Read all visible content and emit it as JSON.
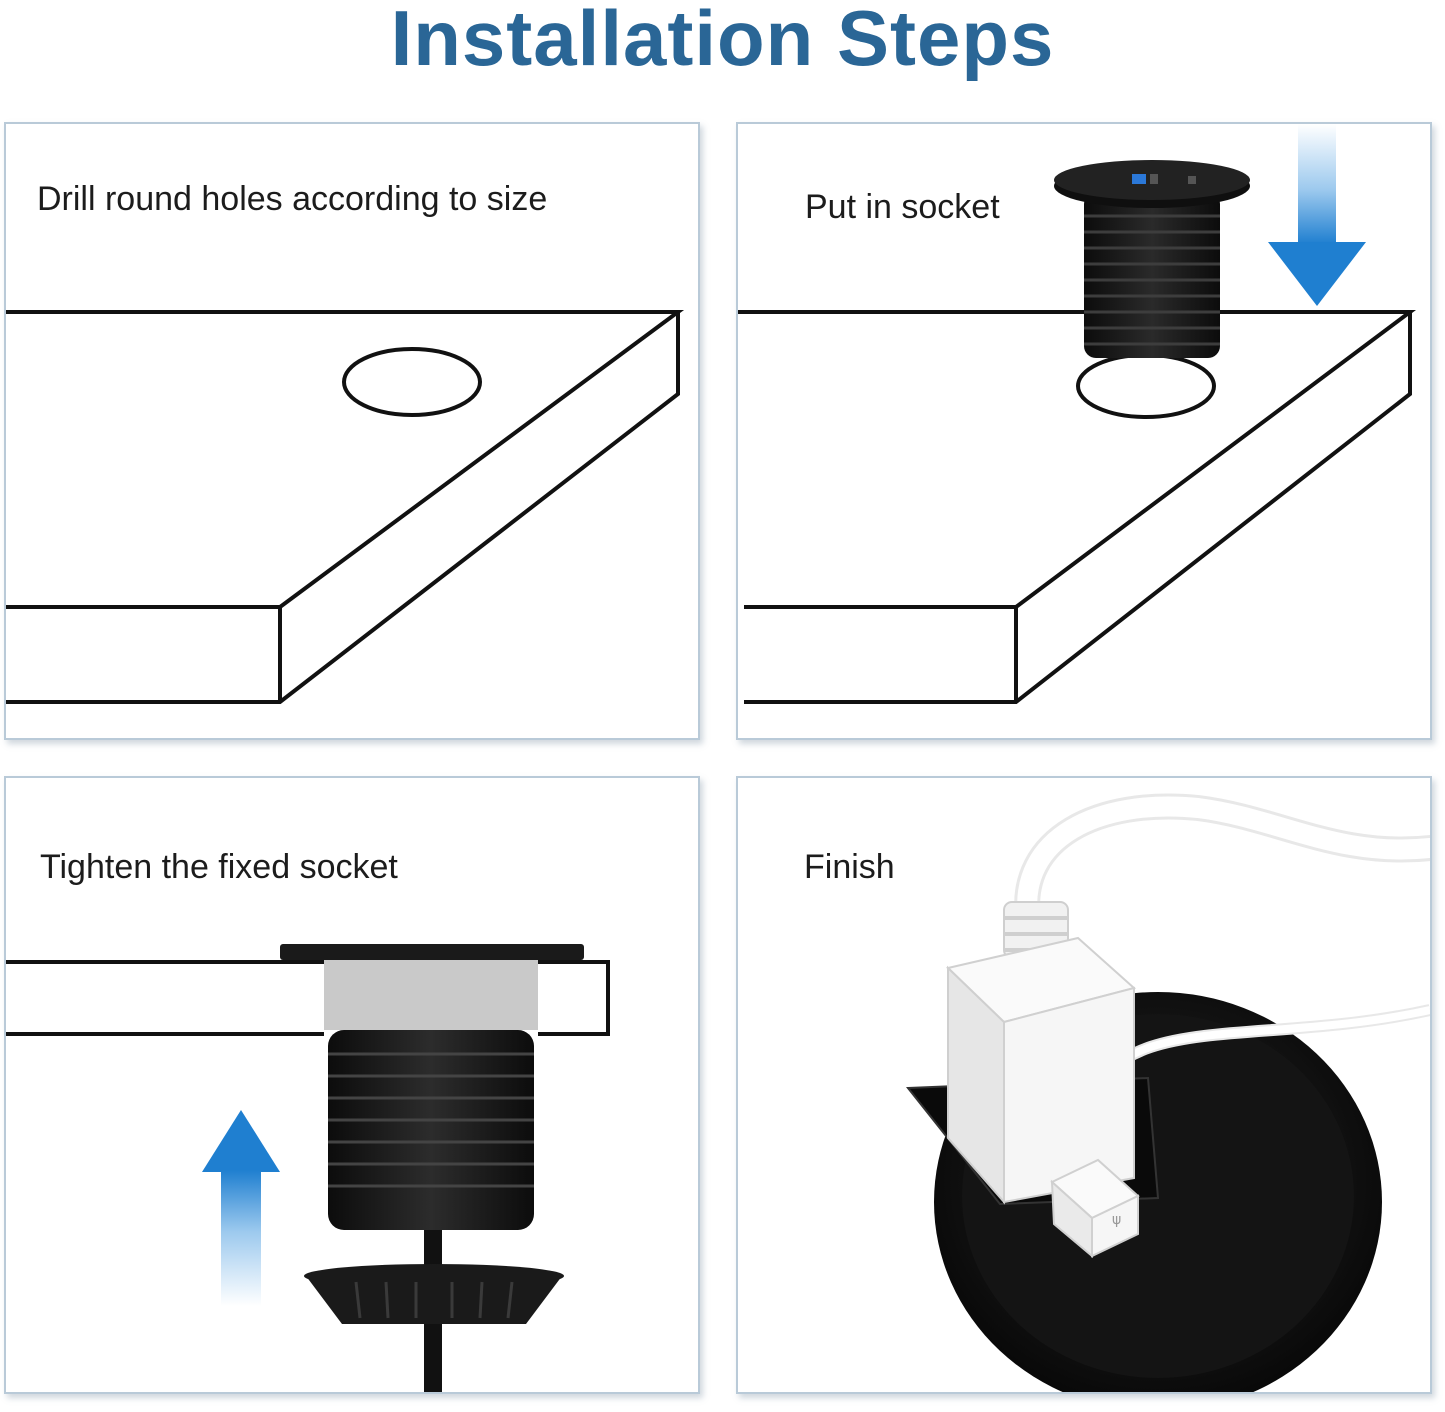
{
  "header": {
    "title": "Installation Steps"
  },
  "steps": [
    {
      "caption": "Drill round holes according to size"
    },
    {
      "caption": "Put in socket"
    },
    {
      "caption": "Tighten the fixed socket"
    },
    {
      "caption": "Finish"
    }
  ],
  "colors": {
    "title": "#2a6696",
    "panel_border": "#b9cad8",
    "arrow": "#2f8fd8",
    "socket": "#111111"
  },
  "icons": [
    "arrow-down-icon",
    "arrow-up-icon",
    "power-socket-icon",
    "power-plug-icon",
    "usb-plug-icon"
  ]
}
